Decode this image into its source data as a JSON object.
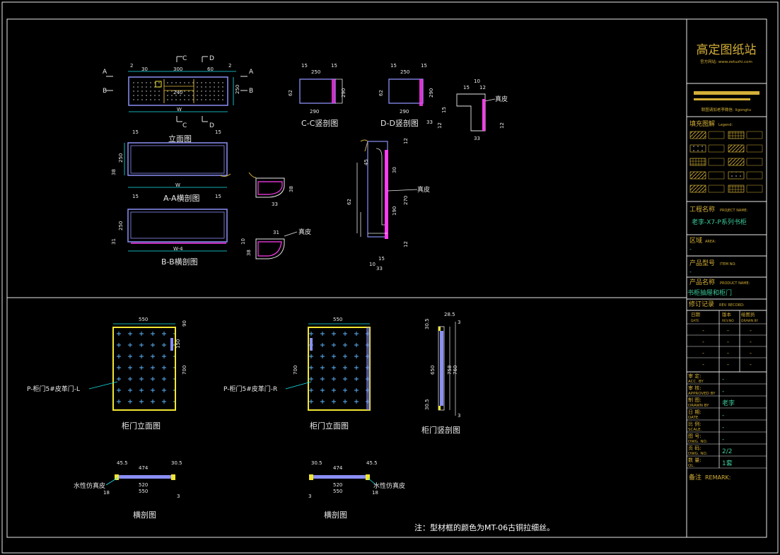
{
  "colors": {
    "background": "#000000",
    "frame": "#e8e8e8",
    "gold": "#d4af37",
    "title_green": "#3cc99a",
    "dim_cyan": "#19e6f0",
    "wall_blue": "#8a8ff5",
    "leather_magenta": "#ff3cf0",
    "door_yellow": "#f2e632",
    "note_white": "#ffffff"
  },
  "title_block": {
    "brand": "高定图纸站",
    "site": "官方网站: www.zetuzhi.com",
    "contact": "联图请加老李微信: ligongtu",
    "legend_title": "填充图解",
    "legend_en": "Legend:",
    "project_label": "工程名称",
    "project_en": "PROJECT NAME:",
    "project_value": "老李-X7-P系列书柜",
    "area_label": "区域",
    "area_en": "AREA:",
    "area_value": "-",
    "item_label": "产品型号",
    "item_en": "ITEM NO:",
    "item_value": "-",
    "product_label": "产品名称",
    "product_en": "PRODUCT NAME:",
    "product_value": "书柜抽屉和柜门",
    "rev_label": "修订记录",
    "rev_en": "REV. RECORD:",
    "rev_headers": [
      "日期",
      "版本",
      "绘图员"
    ],
    "rev_headers_en": [
      "DATE",
      "REV.NO",
      "DRAWN BY"
    ],
    "rev_cell": "-",
    "fields": [
      {
        "cn": "审  定:",
        "en": "ACC. BY",
        "value": "-"
      },
      {
        "cn": "审  核:",
        "en": "APPROVED BY",
        "value": "-"
      },
      {
        "cn": "制  图:",
        "en": "DRAWN BY",
        "value": "老李"
      },
      {
        "cn": "日  期:",
        "en": "DATE.",
        "value": "-"
      },
      {
        "cn": "比  例:",
        "en": "SCALE.",
        "value": "-"
      },
      {
        "cn": "图  号:",
        "en": "DWG. NO.",
        "value": "-"
      },
      {
        "cn": "页  码:",
        "en": "DWG. NO.",
        "value": "2/2"
      },
      {
        "cn": "数  量:",
        "en": "QL.",
        "value": "1套"
      }
    ],
    "remark_label": "备注",
    "remark_en": "REMARK:"
  },
  "top": {
    "elev_title": "立面图",
    "aa_title": "A-A横剖图",
    "bb_title": "B-B横剖图",
    "cc_title": "C-C竖剖图",
    "dd_title": "D-D竖剖图",
    "leather": "真皮",
    "sec_A": "A",
    "sec_B": "B",
    "sec_C": "C",
    "sec_D": "D",
    "dims": {
      "d2": "2",
      "d30": "30",
      "d300": "300",
      "d60": "60",
      "d240": "240",
      "d250": "250",
      "W": "W",
      "W4": "W-4",
      "d15": "15",
      "d38": "38",
      "d31": "31",
      "d33": "33",
      "d10": "10",
      "d12": "12",
      "d290": "290",
      "d250b": "250",
      "d45": "45",
      "d190": "190",
      "d270": "270",
      "d62": "62"
    }
  },
  "bottom": {
    "door_l_label": "P-柜门5#皮革门-L",
    "door_r_label": "P-柜门5#皮革门-R",
    "elev_title": "柜门立面图",
    "vsec_title": "柜门竖剖图",
    "hsec_title": "横剖图",
    "water_leather": "水性仿真皮",
    "note": "注：型材框的颜色为MT-06古铜拉细丝。",
    "dims": {
      "d550": "550",
      "d700": "700",
      "d90": "90",
      "d150": "150",
      "d28_5": "28.5",
      "d30_5": "30.5",
      "d650": "650",
      "d758": "758",
      "d760": "760",
      "d3": "3",
      "d45_5": "45.5",
      "d474": "474",
      "d520": "520",
      "d18": "18"
    }
  }
}
